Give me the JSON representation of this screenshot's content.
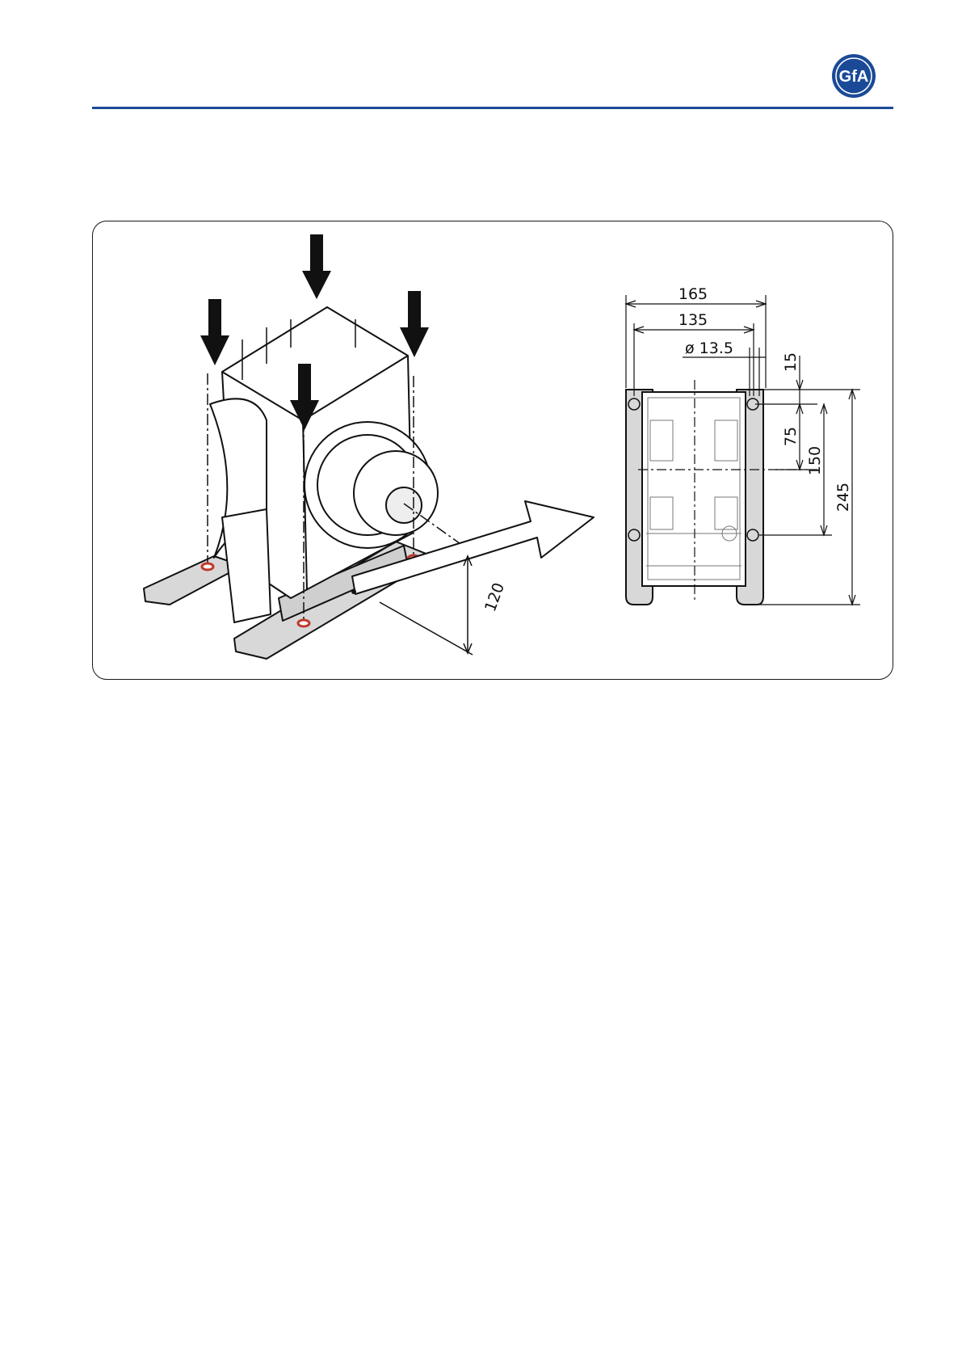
{
  "logo": {
    "text": "GfA",
    "color": "#1a4a97"
  },
  "header": {
    "rule_color": "#1a4a97"
  },
  "figure": {
    "mounting_drawing": {
      "dimensions": {
        "width_outer": "165",
        "width_holes": "135",
        "hole_diameter": "ø 13.5",
        "edge_offset": "15",
        "center_offset": "75",
        "hole_spacing": "150",
        "length": "245",
        "shaft_height": "120"
      }
    }
  }
}
